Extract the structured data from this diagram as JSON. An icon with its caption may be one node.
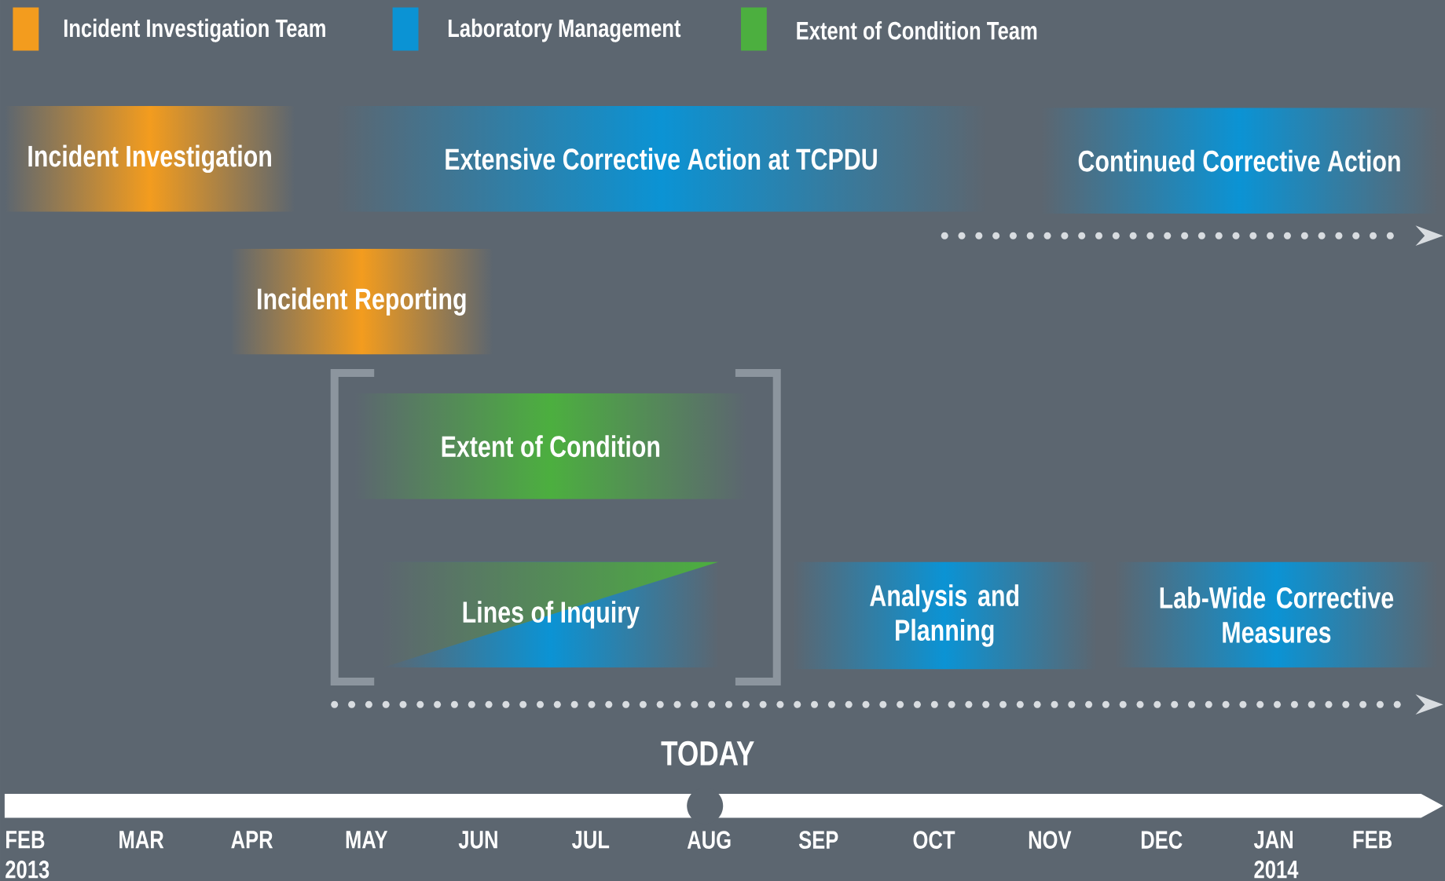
{
  "diagram": {
    "nodes": [
      {
        "text": [
          "Incident Investigation"
        ]
      },
      {
        "text": [
          "Extensive Corrective Action at TCPDU"
        ]
      },
      {
        "text": [
          "Continued Corrective Action"
        ]
      },
      {
        "text": [
          "Incident Reporting"
        ]
      },
      {
        "text": [
          "Extent of Condition"
        ]
      },
      {
        "text": [
          "Lines of Inquiry"
        ]
      },
      {
        "text": [
          "Analysis and Planning"
        ]
      },
      {
        "text": [
          "Lab-Wide Corrective Measures"
        ]
      }
    ],
    "labels": [
      "TODAY",
      "FEB 2013",
      "MAR",
      "APR",
      "MAY",
      "JUN",
      "JUL",
      "AUG",
      "SEP",
      "OCT",
      "NOV",
      "DEC",
      "JAN 2014",
      "FEB"
    ],
    "legend": [
      {
        "text": "Incident Investigation Team",
        "color": "#f39c1e"
      },
      {
        "text": "Laboratory Management",
        "color": "#0b93d4"
      },
      {
        "text": "Extent of Condition Team",
        "color": "#4caf3f"
      }
    ]
  }
}
